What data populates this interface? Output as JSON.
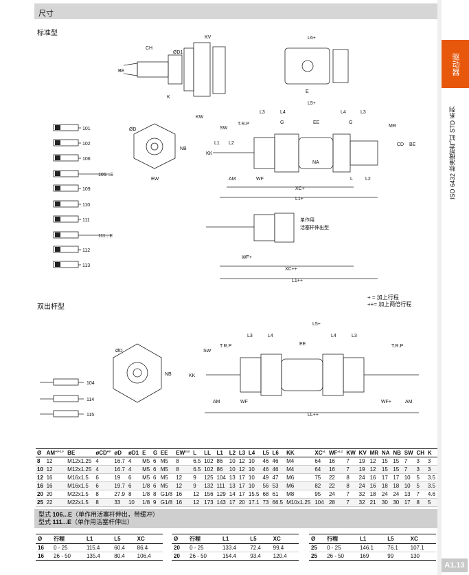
{
  "header": {
    "title": "尺寸"
  },
  "side": {
    "tab": "驱动器",
    "series": "ISO 6432 标准微型气缸 STD 系列"
  },
  "sections": {
    "standard": "标准型",
    "double_rod": "双出杆型"
  },
  "legend": {
    "plus": "+ = 加上行程",
    "plusplus": "++= 加上两倍行程"
  },
  "models_std": [
    "101",
    "102",
    "106",
    "106...E",
    "109",
    "110",
    "111",
    "111...E",
    "112",
    "113"
  ],
  "models_dr": [
    "104",
    "114",
    "115"
  ],
  "labels": {
    "CH": "CH",
    "D1": "ØD1",
    "KV": "KV",
    "BE": "BE",
    "K": "K",
    "KW": "KW",
    "L6": "L6+",
    "E": "E",
    "L5": "L5+",
    "L3": "L3",
    "L4": "L4",
    "G": "G",
    "EE": "EE",
    "MR": "MR",
    "SW": "SW",
    "TRP": "T.R.P",
    "KK": "KK",
    "L1": "L1",
    "L2": "L2",
    "CD": "CD",
    "NA": "NA",
    "AM": "AM",
    "WF": "WF",
    "L": "L",
    "XCp": "XC+",
    "L1p": "L1+",
    "D": "ØD",
    "NB": "NB",
    "EW": "EW",
    "single1": "单作用",
    "single2": "活塞杆伸出型",
    "WFp": "WF+",
    "XCpp": "XC++",
    "L1pp": "L1++",
    "LLpp": "LL++"
  },
  "table": {
    "headers": [
      "Ø",
      "AM",
      "BE",
      "øCD",
      "øD",
      "øD1",
      "E",
      "G",
      "EE",
      "EW",
      "L",
      "LL",
      "L1",
      "L2",
      "L3",
      "L4",
      "L5",
      "L6",
      "KK",
      "XC",
      "WF",
      "KW",
      "KV",
      "MR",
      "NA",
      "NB",
      "SW",
      "CH",
      "K"
    ],
    "sup": {
      "AM": "+0/-2.0",
      "CD": "H9",
      "EW": "d13",
      "XC": "±1",
      "WF": "±1.2"
    },
    "rows": [
      [
        "8",
        "12",
        "M12x1.25",
        "4",
        "16.7",
        "4",
        "M5",
        "6",
        "M5",
        "8",
        "6.5",
        "102",
        "86",
        "10",
        "12",
        "10",
        "46",
        "46",
        "M4",
        "64",
        "16",
        "7",
        "19",
        "12",
        "15",
        "15",
        "7",
        "3",
        "3"
      ],
      [
        "10",
        "12",
        "M12x1.25",
        "4",
        "16.7",
        "4",
        "M5",
        "6",
        "M5",
        "8",
        "6.5",
        "102",
        "86",
        "10",
        "12",
        "10",
        "46",
        "46",
        "M4",
        "64",
        "16",
        "7",
        "19",
        "12",
        "15",
        "15",
        "7",
        "3",
        "3"
      ],
      [
        "12",
        "16",
        "M16x1.5",
        "6",
        "19",
        "6",
        "M5",
        "6",
        "M5",
        "12",
        "9",
        "125",
        "104",
        "13",
        "17",
        "10",
        "49",
        "47",
        "M6",
        "75",
        "22",
        "8",
        "24",
        "16",
        "17",
        "17",
        "10",
        "5",
        "3.5"
      ],
      [
        "16",
        "16",
        "M16x1.5",
        "6",
        "19.7",
        "6",
        "1/8",
        "6",
        "M5",
        "12",
        "9",
        "132",
        "111",
        "13",
        "17",
        "10",
        "56",
        "53",
        "M6",
        "82",
        "22",
        "8",
        "24",
        "16",
        "18",
        "18",
        "10",
        "5",
        "3.5"
      ],
      [
        "20",
        "20",
        "M22x1.5",
        "8",
        "27.9",
        "8",
        "1/8",
        "8",
        "G1/8",
        "16",
        "12",
        "156",
        "129",
        "14",
        "17",
        "15.5",
        "68",
        "61",
        "M8",
        "95",
        "24",
        "7",
        "32",
        "18",
        "24",
        "24",
        "13",
        "7",
        "4.6"
      ],
      [
        "25",
        "22",
        "M22x1.5",
        "8",
        "33",
        "10",
        "1/8",
        "9",
        "G1/8",
        "16",
        "12",
        "173",
        "143",
        "17",
        "20",
        "17.1",
        "73",
        "66.5",
        "M10x1.25",
        "104",
        "28",
        "7",
        "32",
        "21",
        "30",
        "30",
        "17",
        "8",
        "5"
      ]
    ]
  },
  "band": {
    "line1_prefix": "型式 ",
    "line1_model": "106...E",
    "line1_desc": "（单作用活塞杆伸出，带缓冲）",
    "line2_prefix": "型式 ",
    "line2_model": "111...E",
    "line2_desc": "（单作用活塞杆伸出）"
  },
  "sub_headers": [
    "Ø",
    "行程",
    "L1",
    "L5",
    "XC"
  ],
  "sub_tables": [
    [
      [
        "16",
        "0 - 25",
        "115.4",
        "60.4",
        "86.4"
      ],
      [
        "16",
        "26 - 50",
        "135.4",
        "80.4",
        "106.4"
      ]
    ],
    [
      [
        "20",
        "0 - 25",
        "133.4",
        "72.4",
        "99.4"
      ],
      [
        "20",
        "26 - 50",
        "154.4",
        "93.4",
        "120.4"
      ]
    ],
    [
      [
        "25",
        "0 - 25",
        "146.1",
        "76.1",
        "107.1"
      ],
      [
        "25",
        "26 - 50",
        "169",
        "99",
        "130"
      ]
    ]
  ],
  "page": "A1.13"
}
